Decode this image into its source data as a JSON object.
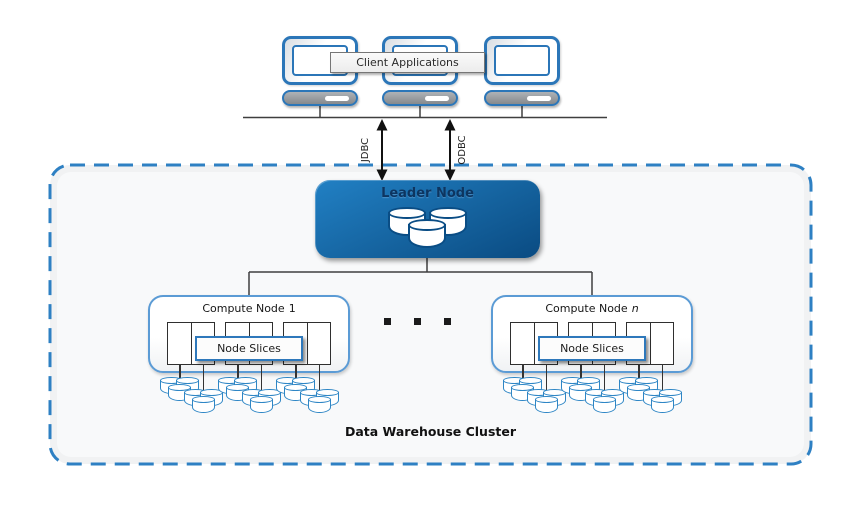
{
  "diagram": {
    "client_apps_label": "Client Applications",
    "client_computer_count": 3,
    "protocols": {
      "left": "JDBC",
      "right": "ODBC"
    },
    "leader_node": {
      "title": "Leader Node"
    },
    "compute_nodes": [
      {
        "title_prefix": "Compute Node",
        "title_suffix": "1",
        "slices_label": "Node Slices",
        "slice_count": 6,
        "disk_stack_count": 6
      },
      {
        "title_prefix": "Compute Node",
        "title_suffix": "n",
        "slices_label": "Node Slices",
        "slice_count": 6,
        "disk_stack_count": 6
      }
    ],
    "ellipsis": ". . .",
    "cluster_label": "Data Warehouse Cluster",
    "colors": {
      "accent_blue": "#2e80c3",
      "leader_gradient_start": "#2180c4",
      "leader_gradient_end": "#0a4b82",
      "compute_node_border": "#5b9bd5",
      "disk_stroke": "#2e86c5",
      "connector_line": "#3f3f3f"
    }
  }
}
